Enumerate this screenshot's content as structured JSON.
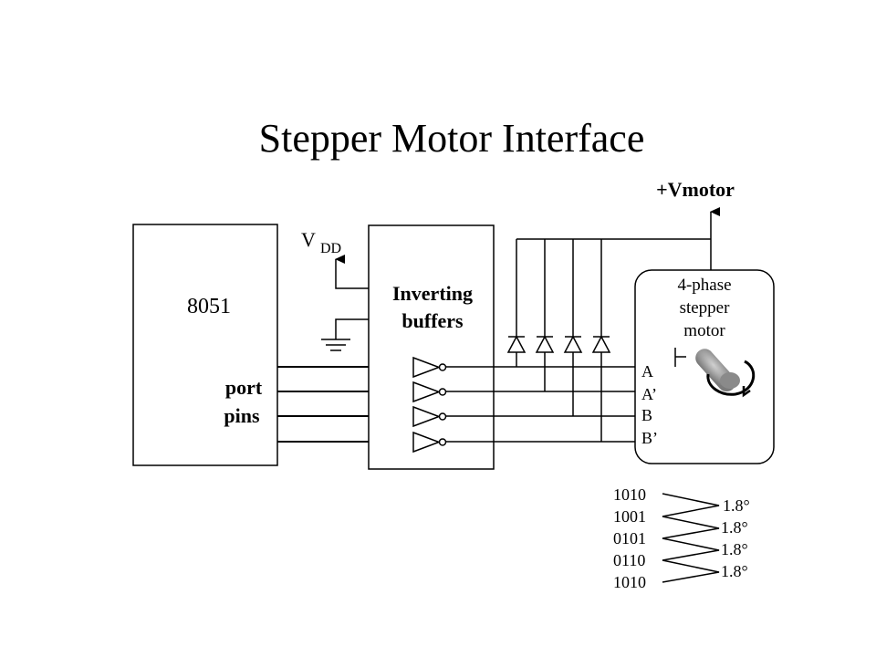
{
  "slide": {
    "title": "Stepper Motor Interface"
  },
  "mcu": {
    "label": "8051",
    "port_label_line1": "port",
    "port_label_line2": "pins"
  },
  "buffers": {
    "label_line1": "Inverting",
    "label_line2": "buffers",
    "vdd_main": "V",
    "vdd_sub": "DD"
  },
  "supply": {
    "label": "+Vmotor"
  },
  "motor": {
    "label_line1": "4-phase",
    "label_line2": "stepper",
    "label_line3": "motor",
    "coils": [
      "A",
      "A’",
      "B",
      "B’"
    ]
  },
  "sequence": {
    "codes": [
      "1010",
      "1001",
      "0101",
      "0110",
      "1010"
    ],
    "steps": [
      "1.8°",
      "1.8°",
      "1.8°",
      "1.8°"
    ]
  },
  "colors": {
    "ink": "#000000",
    "background": "#ffffff",
    "rotor_fill": "#9a9a9a"
  }
}
